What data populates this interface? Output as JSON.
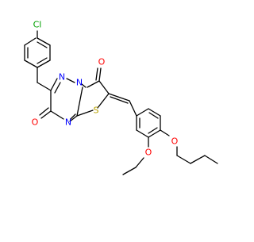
{
  "molecule": {
    "colors": {
      "carbon_bond": "#000000",
      "oxygen": "#ff0000",
      "nitrogen": "#0000ff",
      "sulfur": "#b8a200",
      "chlorine": "#00a000"
    },
    "atom_labels": {
      "cl": "Cl",
      "o_top": "O",
      "n_upper": "N",
      "n_ring": "N",
      "o_left": "O",
      "n_lower": "N",
      "s": "S",
      "o_ethoxy": "O",
      "o_butoxy": "O"
    }
  }
}
